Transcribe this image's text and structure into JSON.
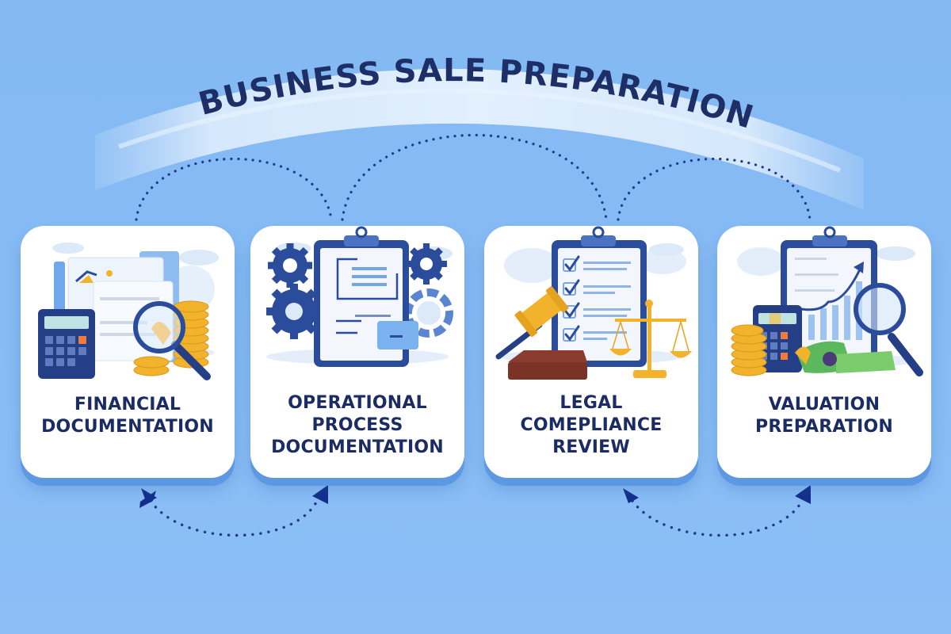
{
  "title": "BUSINESS SALE PREPARATION",
  "colors": {
    "background": "#86bbf4",
    "banner": "#d6e8fb",
    "title_text": "#1d2f66",
    "card_bg": "#ffffff",
    "card_base": "#5d98e2",
    "connector": "#1a3a8a",
    "accent_gold": "#f2b22b",
    "accent_navy": "#2b4c9b"
  },
  "steps": [
    {
      "id": "financial",
      "label_lines": [
        "FINANCIAL",
        "DOCUMENTATION"
      ],
      "icons": [
        "calculator-icon",
        "document-icon",
        "magnifier-icon",
        "coin-stack-icon"
      ]
    },
    {
      "id": "operational",
      "label_lines": [
        "OPERATIONAL",
        "PROCESS",
        "DOCUMENTATION"
      ],
      "icons": [
        "clipboard-icon",
        "gear-icon",
        "flowchart-icon",
        "folder-icon"
      ]
    },
    {
      "id": "legal",
      "label_lines": [
        "LEGAL",
        "COMEPLIANCE",
        "REVIEW"
      ],
      "icons": [
        "clipboard-checklist-icon",
        "gavel-icon",
        "scales-icon"
      ]
    },
    {
      "id": "valuation",
      "label_lines": [
        "VALUATION",
        "PREPARATION"
      ],
      "icons": [
        "clipboard-chart-icon",
        "calculator-icon",
        "coin-stack-icon",
        "cash-icon",
        "magnifier-icon"
      ]
    }
  ],
  "connectors": {
    "top_arcs": [
      "financial-to-operational",
      "operational-to-legal",
      "legal-to-valuation"
    ],
    "bottom_arcs": [
      "operational-to-financial",
      "valuation-to-legal"
    ]
  }
}
